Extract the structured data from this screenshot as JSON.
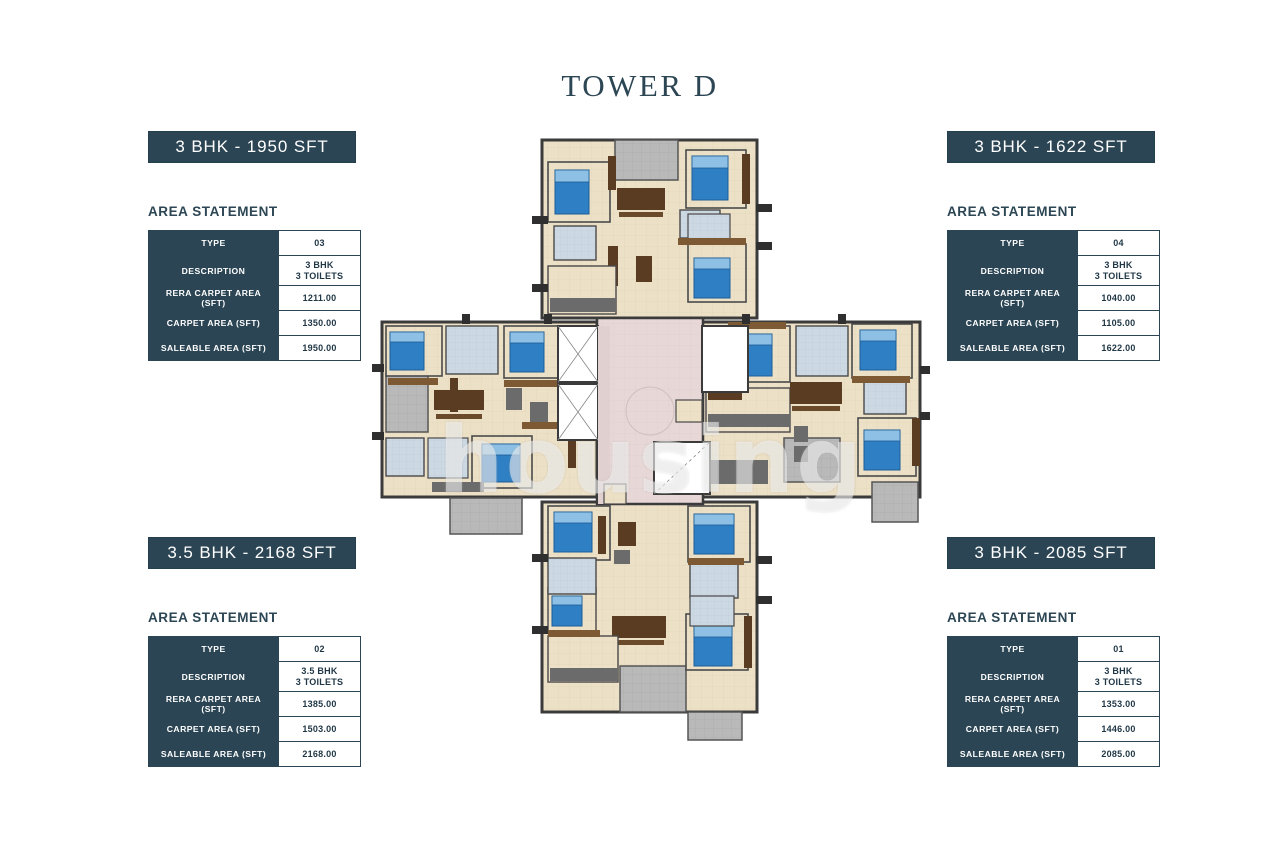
{
  "title": "TOWER D",
  "watermark": "housing",
  "palette": {
    "navy": "#2b4554",
    "title_color": "#2c4654",
    "page_bg": "#ffffff",
    "room_floor": "#ece0c6",
    "bed_blue": "#2f7fc4",
    "furniture_brown": "#5a3c22",
    "balcony_gray": "#b8b8b8",
    "core_mauve": "#e6d6d6",
    "wall_dark": "#3a3a3a"
  },
  "area_statement_label": "AREA STATEMENT",
  "table_rows_labels": [
    "TYPE",
    "DESCRIPTION",
    "RERA CARPET AREA (SFT)",
    "CARPET AREA (SFT)",
    "SALEABLE AREA (SFT)"
  ],
  "units": [
    {
      "position": "top-left",
      "header": "3 BHK - 1950 SFT",
      "type": "03",
      "description_line1": "3 BHK",
      "description_line2": "3 TOILETS",
      "rera_carpet_area": "1211.00",
      "carpet_area": "1350.00",
      "saleable_area": "1950.00"
    },
    {
      "position": "top-right",
      "header": "3 BHK - 1622 SFT",
      "type": "04",
      "description_line1": "3 BHK",
      "description_line2": "3 TOILETS",
      "rera_carpet_area": "1040.00",
      "carpet_area": "1105.00",
      "saleable_area": "1622.00"
    },
    {
      "position": "bottom-left",
      "header": "3.5 BHK - 2168 SFT",
      "type": "02",
      "description_line1": "3.5 BHK",
      "description_line2": "3 TOILETS",
      "rera_carpet_area": "1385.00",
      "carpet_area": "1503.00",
      "saleable_area": "2168.00"
    },
    {
      "position": "bottom-right",
      "header": "3 BHK - 2085 SFT",
      "type": "01",
      "description_line1": "3 BHK",
      "description_line2": "3 TOILETS",
      "rera_carpet_area": "1353.00",
      "carpet_area": "1446.00",
      "saleable_area": "2085.00"
    }
  ],
  "floorplan": {
    "shape": "cruciform",
    "wings": [
      "north",
      "west",
      "east",
      "south"
    ],
    "core": "central lift lobby and staircase",
    "units_per_floor": 4
  }
}
